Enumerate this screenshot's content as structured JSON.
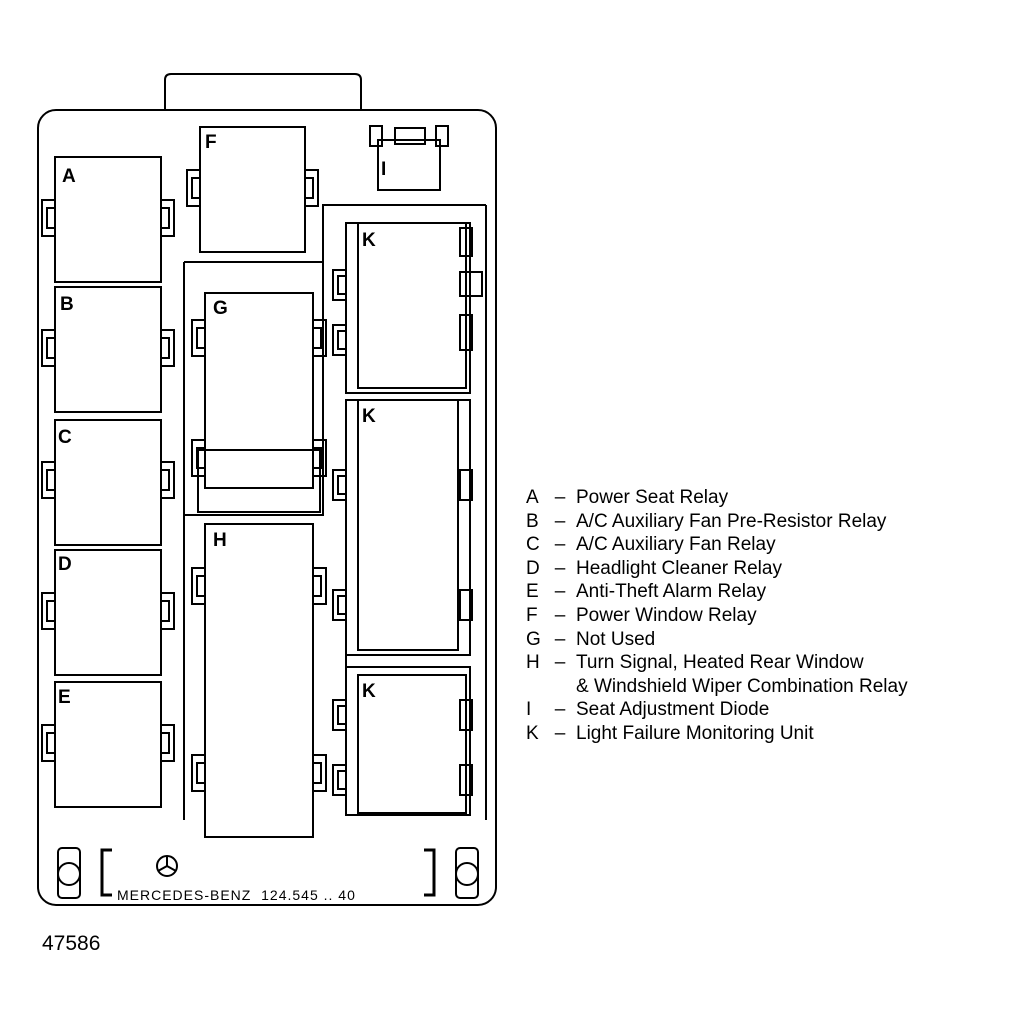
{
  "relays": {
    "A": "A",
    "B": "B",
    "C": "C",
    "D": "D",
    "E": "E",
    "F": "F",
    "G": "G",
    "H": "H",
    "I": "I",
    "K": "K"
  },
  "board_marking": "MERCEDES-BENZ  124.545 .. 40",
  "legend": [
    {
      "key": "A",
      "dash": "–",
      "text": "Power Seat Relay"
    },
    {
      "key": "B",
      "dash": "–",
      "text": "A/C Auxiliary Fan Pre-Resistor Relay"
    },
    {
      "key": "C",
      "dash": "–",
      "text": "A/C Auxiliary Fan Relay"
    },
    {
      "key": "D",
      "dash": "–",
      "text": "Headlight Cleaner Relay"
    },
    {
      "key": "E",
      "dash": "–",
      "text": "Anti-Theft Alarm Relay"
    },
    {
      "key": "F",
      "dash": "–",
      "text": "Power Window Relay"
    },
    {
      "key": "G",
      "dash": "–",
      "text": "Not Used"
    },
    {
      "key": "H",
      "dash": "–",
      "text": "Turn Signal, Heated Rear Window",
      "cont": "& Windshield Wiper Combination Relay"
    },
    {
      "key": "I",
      "dash": "–",
      "text": "Seat Adjustment Diode"
    },
    {
      "key": "K",
      "dash": "–",
      "text": "Light Failure Monitoring Unit"
    }
  ],
  "figure_id": "47586"
}
